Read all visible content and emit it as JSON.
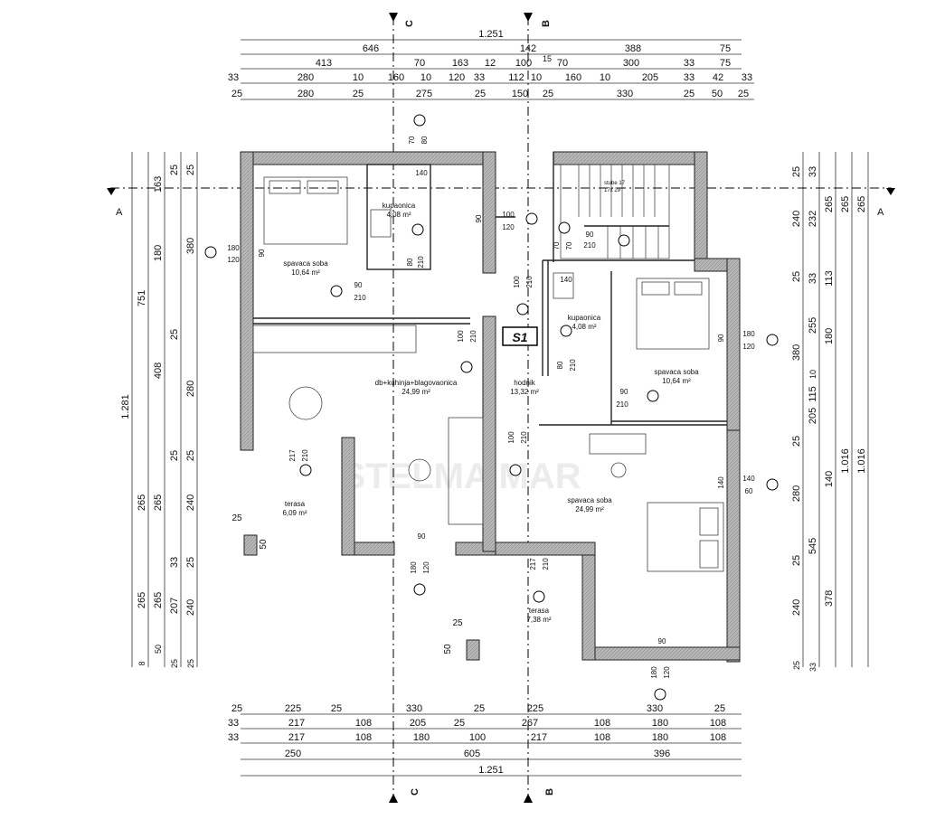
{
  "section_marks": {
    "c": "C",
    "b": "B",
    "a": "A"
  },
  "section_label": "S1",
  "dims_top": {
    "row1": [
      "1.251"
    ],
    "row2": [
      "646",
      "142",
      "388",
      "75"
    ],
    "row2b": [
      "15"
    ],
    "row3": [
      "413",
      "70",
      "163",
      "12",
      "100",
      "70",
      "300",
      "33",
      "75"
    ],
    "row4": [
      "33",
      "280",
      "10",
      "160",
      "10",
      "120",
      "33",
      "112",
      "10",
      "160",
      "10",
      "205",
      "33",
      "42",
      "33"
    ],
    "row5": [
      "25",
      "280",
      "25",
      "275",
      "25",
      "150",
      "25",
      "330",
      "25",
      "50",
      "25"
    ]
  },
  "dims_bottom": {
    "row1": [
      "25",
      "225",
      "25",
      "330",
      "25",
      "225",
      "330",
      "25"
    ],
    "row2": [
      "33",
      "217",
      "108",
      "205",
      "25",
      "267",
      "108",
      "180",
      "108"
    ],
    "row3": [
      "33",
      "217",
      "108",
      "180",
      "100",
      "217",
      "108",
      "180",
      "108"
    ],
    "row4": [
      "250",
      "605",
      "396"
    ],
    "row5": [
      "1.251"
    ]
  },
  "dims_left": {
    "col1": [
      "1.281"
    ],
    "col2": [
      "751",
      "265",
      "265",
      "8"
    ],
    "col3": [
      "163",
      "180",
      "408",
      "265",
      "265",
      "50"
    ],
    "col4": [
      "25",
      "25",
      "25",
      "33",
      "207",
      "25"
    ],
    "col5": [
      "25",
      "380",
      "280",
      "25",
      "240",
      "25",
      "240",
      "25"
    ]
  },
  "dims_right": {
    "col1": [
      "25",
      "240",
      "25",
      "380",
      "25",
      "280",
      "25",
      "240",
      "25"
    ],
    "col2": [
      "33",
      "232",
      "33",
      "255",
      "115",
      "10",
      "205",
      "545",
      "33"
    ],
    "col3": [
      "265",
      "113",
      "180",
      "140",
      "378"
    ],
    "col4": [
      "265",
      "1.016"
    ],
    "col5": [
      "265",
      "1.016"
    ]
  },
  "rooms": {
    "bed1": {
      "name": "spavaca soba",
      "area": "10,64 m²"
    },
    "bath1": {
      "name": "kupaonica",
      "area": "4,08 m²"
    },
    "kitchen": {
      "name": "db+kuhinja+blagovaonica",
      "area": "24,99 m²"
    },
    "hall": {
      "name": "hodnik",
      "area": "13,32 m²"
    },
    "bath2": {
      "name": "kupaonica",
      "area": "4,08 m²"
    },
    "bed2": {
      "name": "spavaca soba",
      "area": "10,64 m²"
    },
    "bed3": {
      "name": "spavaca soba",
      "area": "24,99 m²"
    },
    "terrace1": {
      "name": "terasa",
      "area": "6,09 m²"
    },
    "terrace2": {
      "name": "terasa",
      "area": "7,38 m²"
    }
  },
  "openings": {
    "w_bed1": [
      "180",
      "120"
    ],
    "w_bed1_side": "90",
    "d_bed1": [
      "90",
      "210"
    ],
    "w_bath1_top": [
      "70",
      "80"
    ],
    "w_bath1_140": "140",
    "d_bath1": [
      "80",
      "210"
    ],
    "w_hall_top": [
      "100",
      "120"
    ],
    "w_hall_side": "90",
    "d_stair": [
      "70",
      "70"
    ],
    "d_stair_b": [
      "90",
      "210"
    ],
    "d_hall": [
      "100",
      "210"
    ],
    "d_kitchen": [
      "100",
      "210"
    ],
    "w_bath2": "140",
    "d_bath2": [
      "80",
      "210"
    ],
    "w_bed2": [
      "180",
      "120"
    ],
    "w_bed2_side": "90",
    "d_bed2": [
      "90",
      "210"
    ],
    "d_terr1": [
      "217",
      "210"
    ],
    "d_bed3": [
      "100",
      "210"
    ],
    "w_bed3": [
      "140",
      "60"
    ],
    "w_bed3_side": "140",
    "w_terr1": "90",
    "w_terr1_b": [
      "180",
      "120"
    ],
    "d_terr2": [
      "217",
      "210"
    ],
    "w_bed3_b": "90",
    "w_bed3_b2": [
      "180",
      "120"
    ],
    "terr1_dims": [
      "25",
      "50"
    ],
    "terr2_dims": [
      "25",
      "50"
    ]
  },
  "stair_labels": [
    "stube 17",
    "17x 29"
  ],
  "watermark": "STELMA MAR"
}
